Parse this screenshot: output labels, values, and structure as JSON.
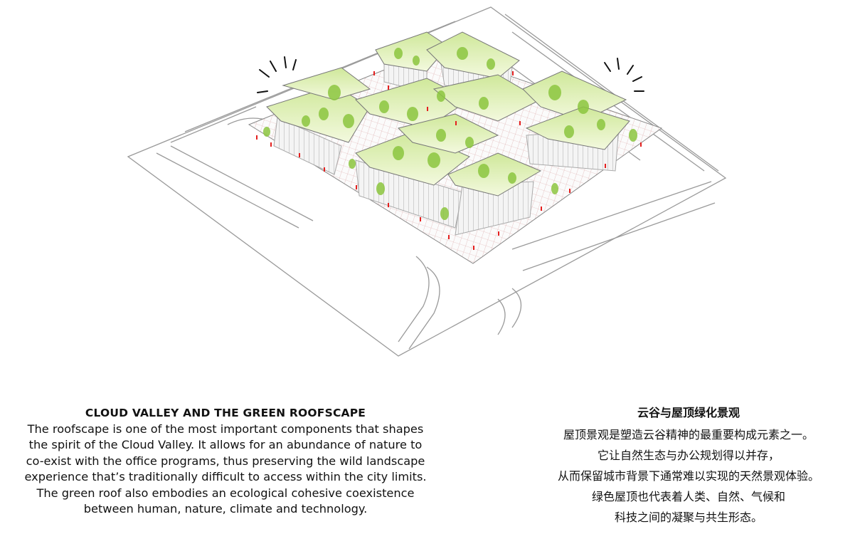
{
  "english": {
    "title": "CLOUD VALLEY AND THE GREEN ROOFSCAPE",
    "lines": [
      "The roofscape is one of the most important components that shapes",
      "the spirit of the Cloud Valley. It allows for an abundance of nature to",
      "co-exist with the office programs, thus preserving the wild landscape",
      "experience that’s traditionally difficult to access within the city limits.",
      "The green roof also embodies an ecological cohesive coexistence",
      "between human, nature, climate and technology."
    ]
  },
  "chinese": {
    "title": "云谷与屋顶绿化景观",
    "lines": [
      "屋顶景观是塑造云谷精神的最重要构成元素之一。",
      "它让自然生态与办公规划得以并存，",
      "从而保留城市背景下通常难以实现的天然景观体验。",
      "绿色屋顶也代表着人类、自然、气候和",
      "科技之间的凝聚与共生形态。"
    ]
  },
  "colors": {
    "roof_light": "#eef7d2",
    "roof_green": "#d3eb9e",
    "tree_green": "#8cc63f",
    "tree_light": "#b5dc6e",
    "people_red": "#e4201f",
    "walls": "#f2f2f2",
    "road_lines": "#9a9a9a"
  }
}
